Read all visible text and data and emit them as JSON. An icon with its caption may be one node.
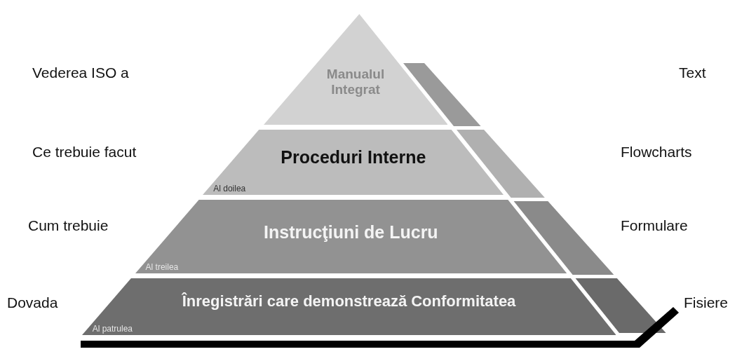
{
  "diagram": {
    "nodes": [
      {
        "text": [
          "Manualul Integrat"
        ]
      },
      {
        "text": [
          "Proceduri Interne",
          "Al doilea"
        ]
      },
      {
        "text": [
          "Instrucţiuni de Lucru",
          "Al treilea"
        ]
      },
      {
        "text": [
          "Înregistrări care demonstrează Conformitatea",
          "Al patrulea"
        ]
      }
    ],
    "labels": [
      "Vederea ISO a",
      "Text",
      "Ce trebuie facut",
      "Flowcharts",
      "Cum trebuie",
      "Formulare",
      "Dovada",
      "Fisiere"
    ]
  }
}
